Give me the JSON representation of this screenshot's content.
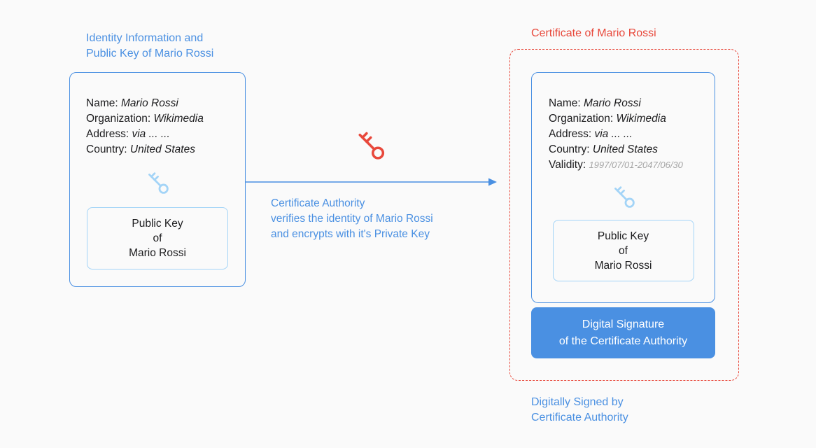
{
  "colors": {
    "accent_blue": "#4a90e2",
    "light_blue": "#a3d4f7",
    "accent_red": "#e8483b",
    "text_dark": "#1c1c1e",
    "muted_gray": "#a5a5a5",
    "signature_bg": "#4a90e2",
    "signature_text": "#ffffff",
    "background": "#fafafa"
  },
  "icons": {
    "ca_private_key": "red-key-icon",
    "subject_public_key": "light-blue-key-icon"
  },
  "left": {
    "caption": "Identity Information and\nPublic Key of Mario Rossi",
    "fields": [
      {
        "label": "Name: ",
        "value": "Mario Rossi"
      },
      {
        "label": "Organization: ",
        "value": "Wikimedia"
      },
      {
        "label": "Address: ",
        "value": "via ... ..."
      },
      {
        "label": "Country: ",
        "value": "United States"
      }
    ],
    "public_key_box": "Public Key\nof\nMario Rossi"
  },
  "arrow": {
    "label": "Certificate Authority\nverifies the identity of Mario Rossi\nand encrypts with it's Private Key"
  },
  "certificate": {
    "caption": "Certificate of Mario Rossi",
    "fields": [
      {
        "label": "Name: ",
        "value": "Mario Rossi"
      },
      {
        "label": "Organization: ",
        "value": "Wikimedia"
      },
      {
        "label": "Address: ",
        "value": "via ... ..."
      },
      {
        "label": "Country: ",
        "value": "United States"
      },
      {
        "label": "Validity: ",
        "value": "1997/07/01-2047/06/30"
      }
    ],
    "public_key_box": "Public Key\nof\nMario Rossi",
    "signature": "Digital Signature\nof the Certificate Authority",
    "footer": "Digitally Signed by\nCertificate Authority"
  }
}
